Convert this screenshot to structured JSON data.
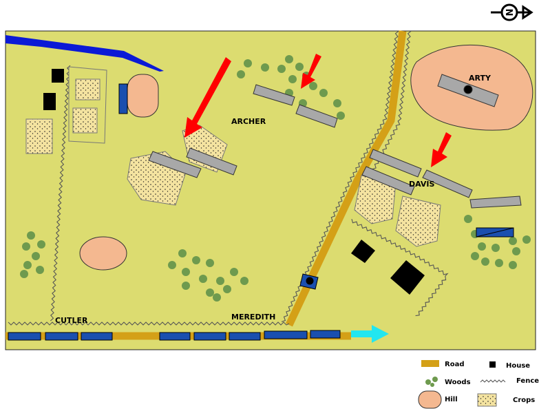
{
  "compass": {
    "letter": "N"
  },
  "units": {
    "archer": "ARCHER",
    "davis": "DAVIS",
    "arty": "ARTY",
    "cutler": "CUTLER",
    "meredith": "MEREDITH"
  },
  "legend": {
    "road": "Road",
    "house": "House",
    "woods": "Woods",
    "fence": "Fence",
    "hill": "Hill",
    "crops": "Crops"
  },
  "colors": {
    "field": "#dcdc70",
    "road": "#d4a017",
    "union": "#1a4faf",
    "confederate": "#a8a8a8",
    "attack_arrow": "#ff0000",
    "move_arrow": "#22e6f0",
    "woods": "#6e9a4e",
    "hill": "#f4b890",
    "crops": "#f4e3a0",
    "river": "#0b1ad6",
    "house": "#000000"
  }
}
